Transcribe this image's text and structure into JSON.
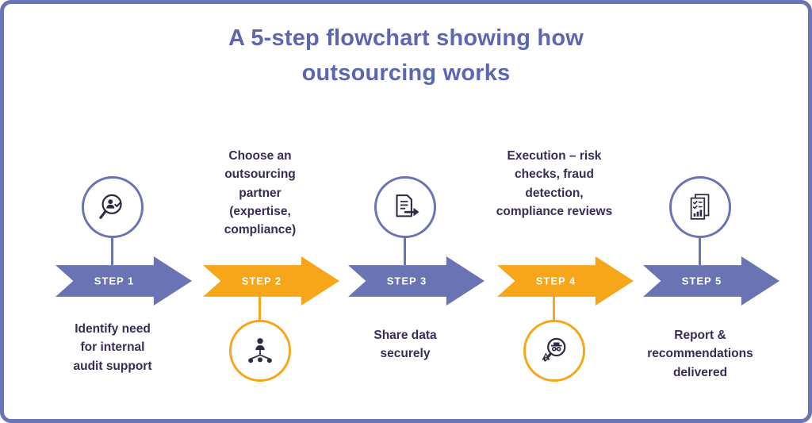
{
  "title": {
    "line1": "A 5-step flowchart showing how",
    "line2": "outsourcing works"
  },
  "colors": {
    "purple": "#6A73B4",
    "orange": "#F7A61A",
    "ink": "#392B56",
    "title": "#5C66B1",
    "border": "#6A73B4"
  },
  "steps": [
    {
      "label": "STEP 1",
      "description": "Identify need for internal audit support",
      "color": "purple",
      "icon": "search-person-icon",
      "icon_position": "top",
      "text_position": "bottom"
    },
    {
      "label": "STEP 2",
      "description": "Choose an outsourcing partner (expertise, compliance)",
      "color": "orange",
      "icon": "people-network-icon",
      "icon_position": "bottom",
      "text_position": "top"
    },
    {
      "label": "STEP 3",
      "description": "Share data securely",
      "color": "purple",
      "icon": "share-document-icon",
      "icon_position": "top",
      "text_position": "bottom"
    },
    {
      "label": "STEP 4",
      "description": "Execution – risk checks, fraud detection, compliance reviews",
      "color": "orange",
      "icon": "fraud-detection-icon",
      "icon_position": "bottom",
      "text_position": "top"
    },
    {
      "label": "STEP 5",
      "description": "Report & recommendations delivered",
      "color": "purple",
      "icon": "report-icon",
      "icon_position": "top",
      "text_position": "bottom"
    }
  ]
}
